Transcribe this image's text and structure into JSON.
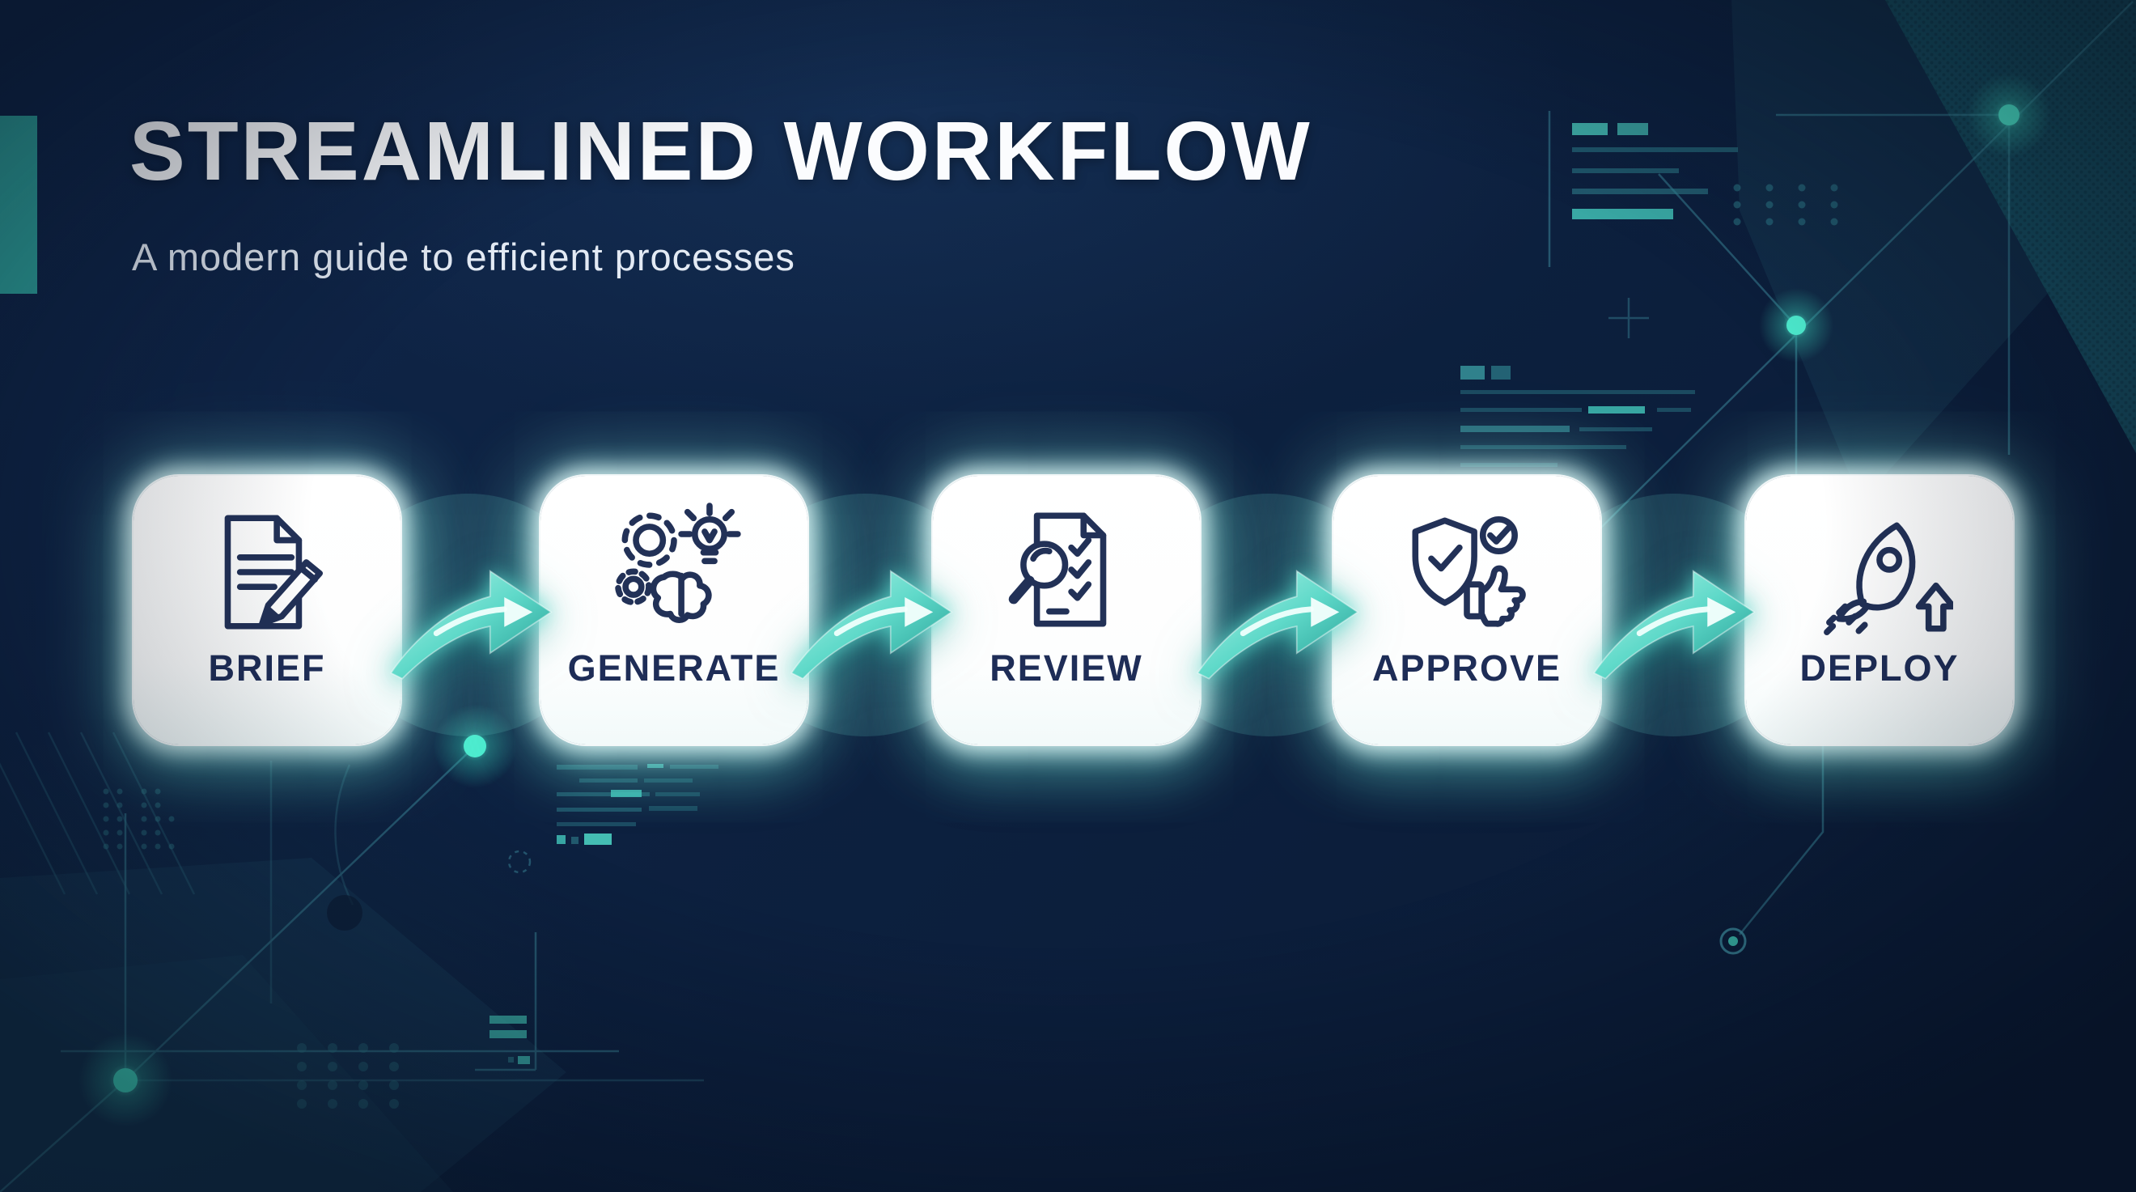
{
  "header": {
    "title": "STREAMLINED WORKFLOW",
    "subtitle": "A modern guide to efficient processes"
  },
  "workflow": {
    "steps": [
      {
        "label": "BRIEF",
        "icon": "document-pencil-icon"
      },
      {
        "label": "GENERATE",
        "icon": "gears-brain-idea-icon"
      },
      {
        "label": "REVIEW",
        "icon": "magnifier-checklist-icon"
      },
      {
        "label": "APPROVE",
        "icon": "shield-check-thumbs-up-icon"
      },
      {
        "label": "DEPLOY",
        "icon": "rocket-launch-icon"
      }
    ],
    "connector_icon": "curved-arrow-right-icon"
  },
  "colors": {
    "background_navy": "#0d2140",
    "card_white": "#ffffff",
    "label_navy": "#1e2d57",
    "icon_navy": "#223157",
    "accent_bar_teal": "#2fa49e",
    "arrow_teal_light": "#b6f4e9",
    "arrow_teal_dark": "#1e968e",
    "glow_node_teal": "#4deccf",
    "decor_line_teal": "#3f8fa0"
  }
}
